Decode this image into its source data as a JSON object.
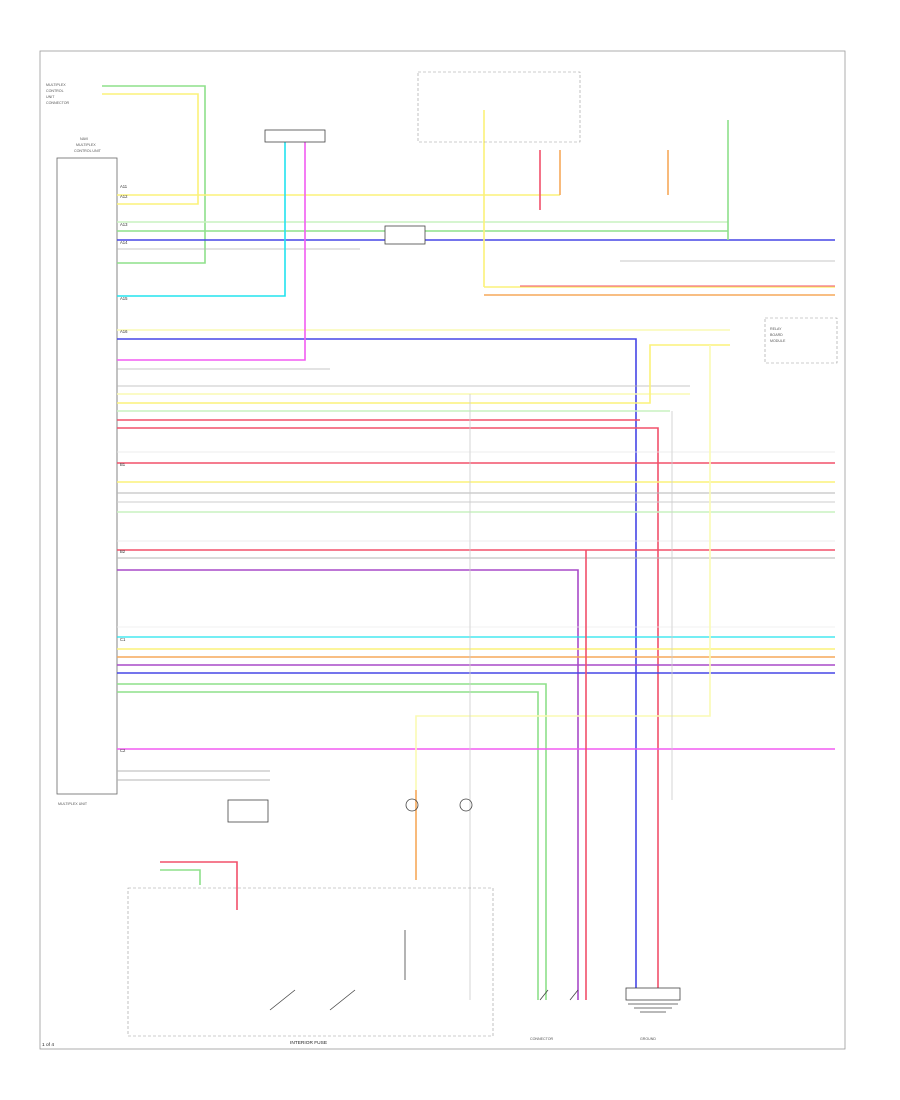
{
  "diagram": {
    "footer_code": "1 of 4",
    "bottom_label": "INTERIOR FUSE",
    "control_unit_title": "NAVI\nMULTIPLEX\nCONTROL UNIT",
    "right_module": "RELAY\nBOARD\nMODULE"
  },
  "colors": {
    "green": "#8ee08a",
    "yellow": "#fbf27a",
    "blue": "#4646e6",
    "cyan": "#22e3ee",
    "magenta": "#f25cf2",
    "red": "#f2506a",
    "orange": "#f6a85a",
    "violet": "#a84ac8",
    "pale_yellow": "#fafab4",
    "pale_green": "#c9f2c0",
    "gray": "#b5b5b5"
  }
}
